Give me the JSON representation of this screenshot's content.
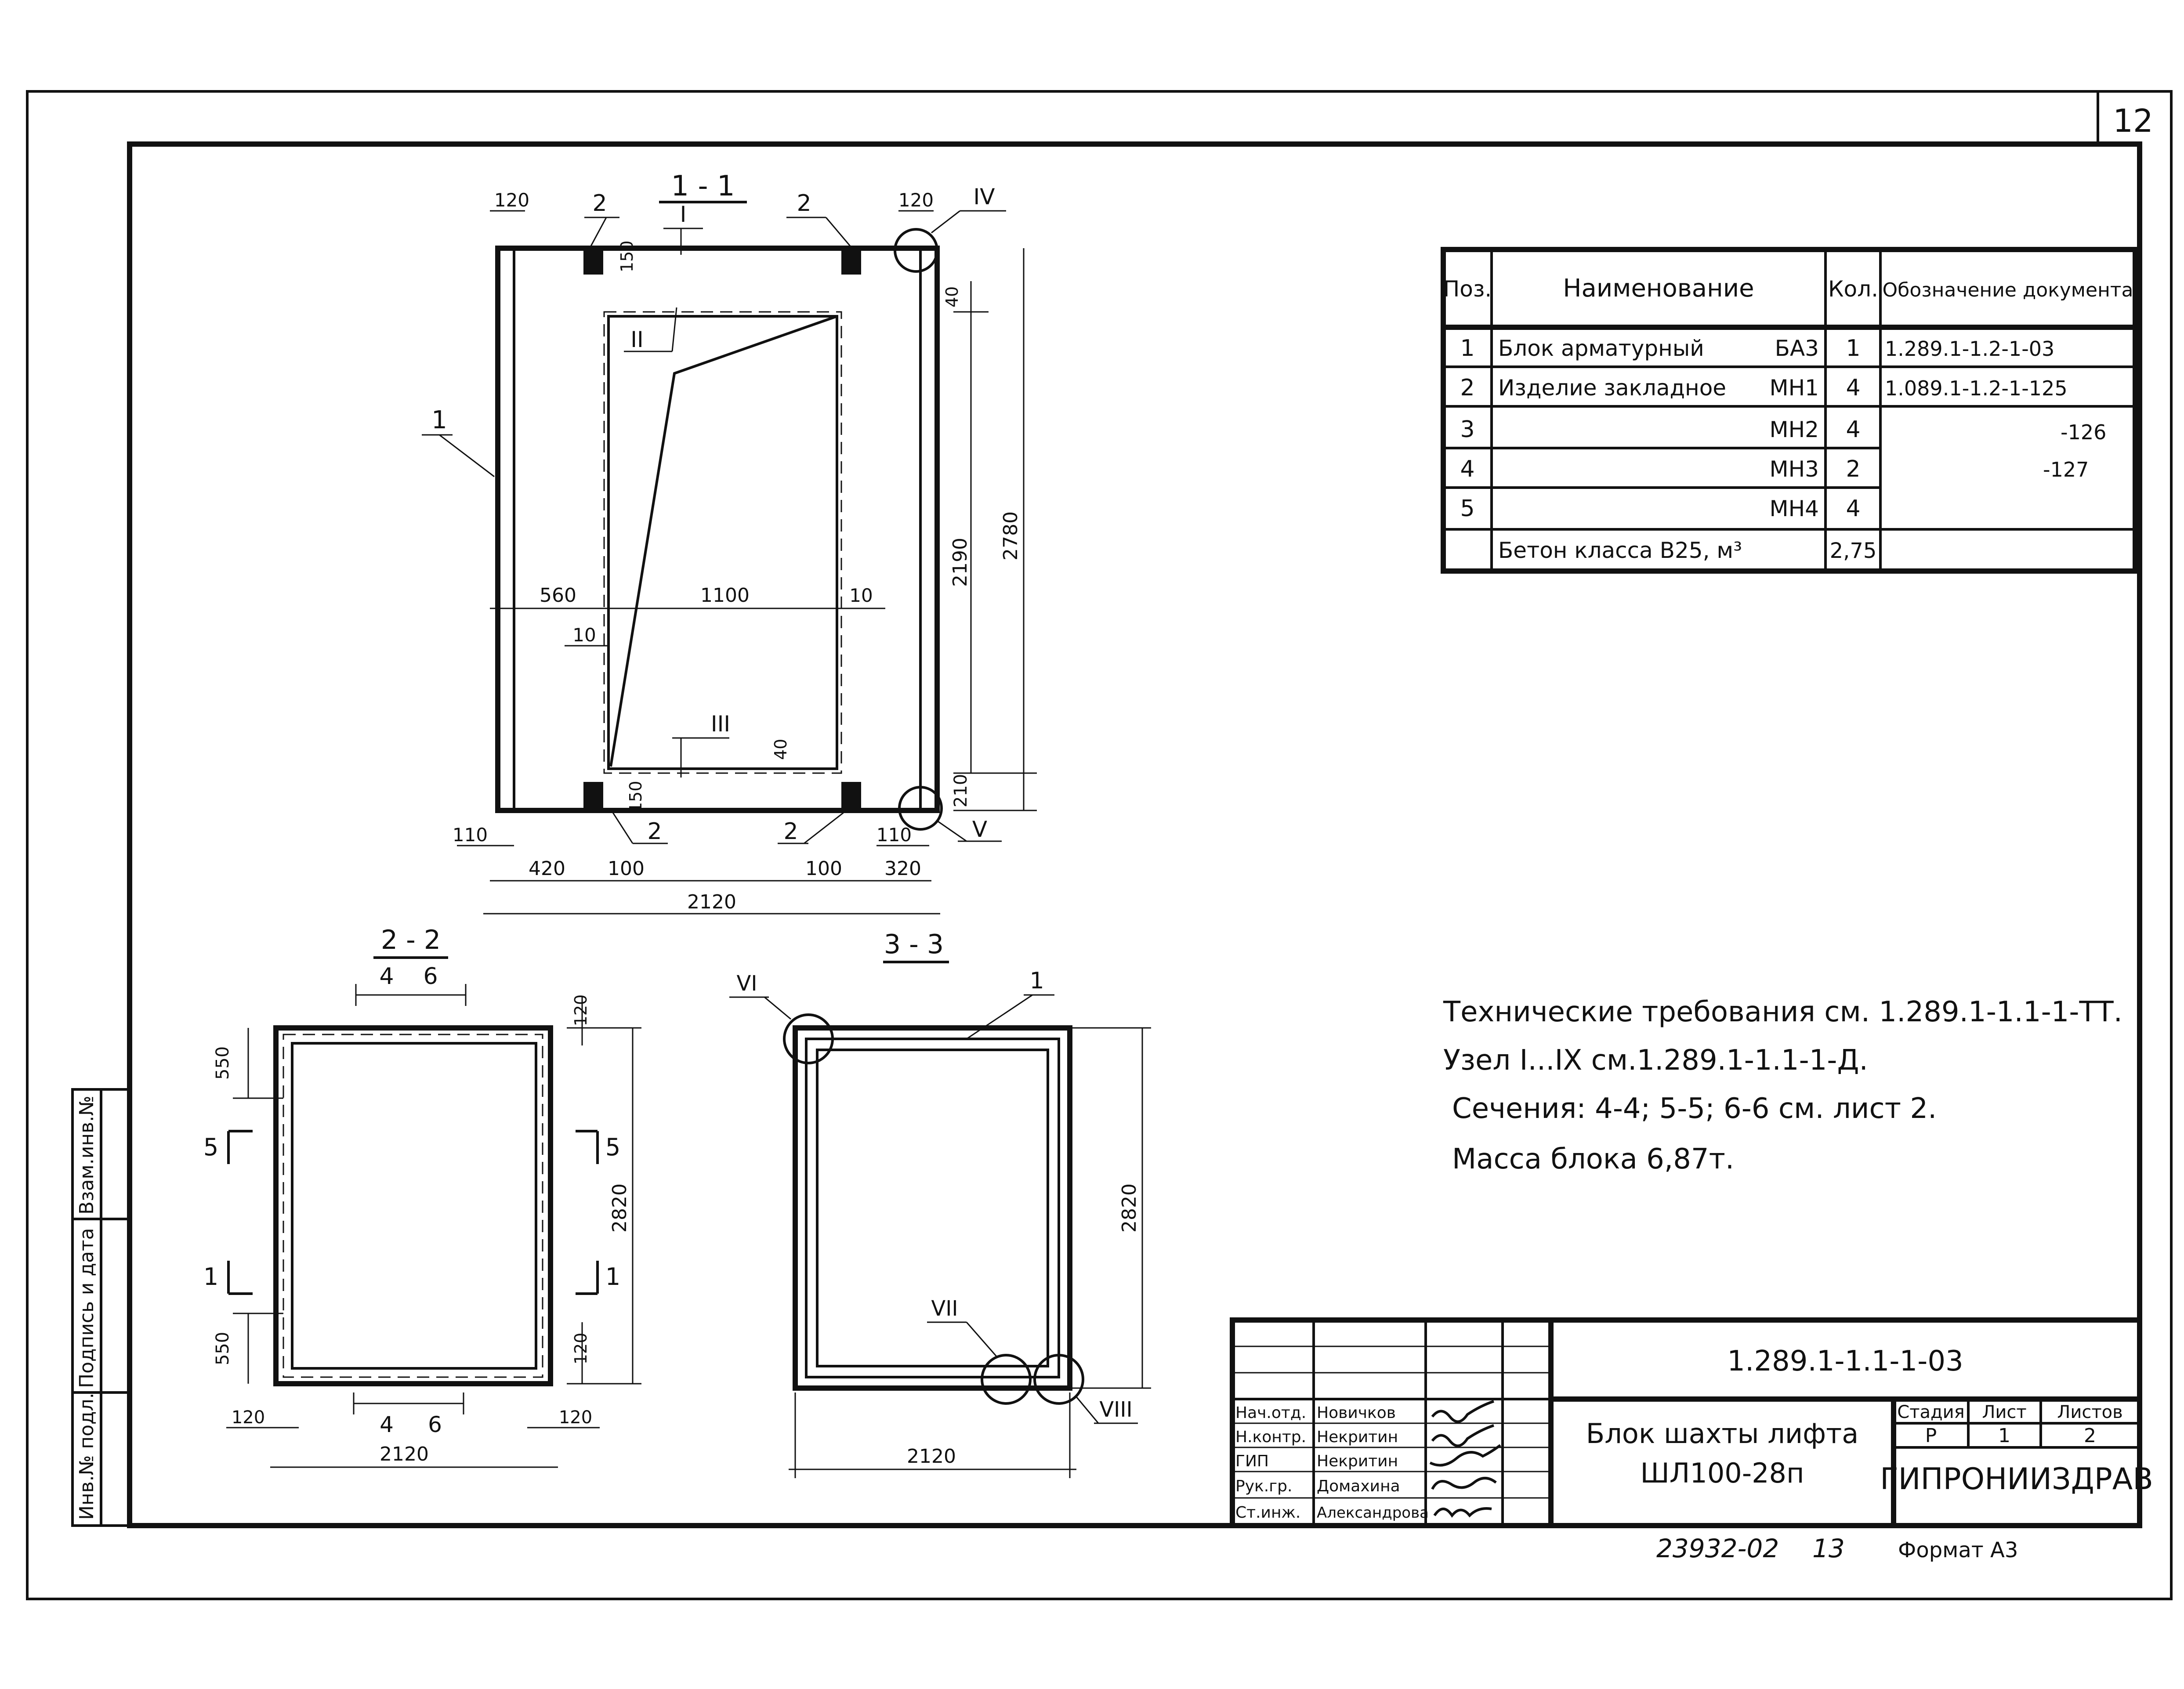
{
  "sheet_number": "12",
  "sections": {
    "s11": "1 - 1",
    "s22": "2 - 2",
    "s22_sub_left": "4",
    "s22_sub_right": "6",
    "s33": "3 - 3"
  },
  "view_top": {
    "callout_1": "1",
    "callout_2a": "2",
    "callout_2b": "2",
    "callout_2c": "2",
    "callout_2d": "2",
    "node_I": "I",
    "node_II": "II",
    "node_III": "III",
    "node_IV": "IV",
    "node_V": "V",
    "dim_120_left": "120",
    "dim_120_right": "120",
    "dim_150_top": "150",
    "dim_150_bottom": "150",
    "dim_40_top": "40",
    "dim_40_bottom": "40",
    "dim_10_right": "10",
    "dim_10_left": "10",
    "dim_560": "560",
    "dim_1100": "1100",
    "dim_2190": "2190",
    "dim_2780": "2780",
    "dim_210": "210",
    "dim_110_left": "110",
    "dim_110_right": "110",
    "dim_420": "420",
    "dim_100_left": "100",
    "dim_100_right": "100",
    "dim_320": "320",
    "dim_2120": "2120"
  },
  "view_22": {
    "dim_550_top": "550",
    "dim_550_bottom": "550",
    "dim_120_top": "120",
    "dim_120_bottom": "120",
    "dim_2820": "2820",
    "dim_120_left": "120",
    "dim_120_right": "120",
    "dim_2120": "2120",
    "sec5_left": "5",
    "sec5_right": "5",
    "sec1_left": "1",
    "sec1_right": "1",
    "bottom_sub_left": "4",
    "bottom_sub_right": "6"
  },
  "view_33": {
    "node_VI": "VI",
    "node_VII": "VII",
    "node_VIII": "VIII",
    "callout_1": "1",
    "dim_2820": "2820",
    "dim_2120": "2120"
  },
  "spec_table": {
    "headers": [
      "Поз.",
      "Наименование",
      "Кол.",
      "Обозначение документа"
    ],
    "rows": [
      [
        "1",
        "Блок арматурный",
        "БА3",
        "1",
        "1.289.1-1.2-1-03"
      ],
      [
        "2",
        "Изделие закладное",
        "МН1",
        "4",
        "1.089.1-1.2-1-125"
      ],
      [
        "3",
        "",
        "МН2",
        "4",
        "-126"
      ],
      [
        "4",
        "",
        "МН3",
        "2",
        "-127"
      ],
      [
        "5",
        "",
        "МН4",
        "4",
        ""
      ],
      [
        "",
        "Бетон класса В25, м³",
        "",
        "2,75",
        ""
      ]
    ]
  },
  "notes": [
    "Технические требования см. 1.289.1-1.1-1-ТТ.",
    "Узел I...IX см.1.289.1-1.1-1-Д.",
    "Сечения: 4-4; 5-5; 6-6 см. лист 2.",
    "Масса блока 6,87т."
  ],
  "title_block": {
    "doc_code": "1.289.1-1.1-1-03",
    "title_line1": "Блок шахты лифта",
    "title_line2": "ШЛ100-28п",
    "stage_label": "Стадия",
    "sheet_label": "Лист",
    "sheets_label": "Листов",
    "stage_value": "Р",
    "sheet_value": "1",
    "sheets_value": "2",
    "org": "ГИПРОНИИЗДРАВ",
    "roles": [
      {
        "role": "Нач.отд.",
        "name": "Новичков"
      },
      {
        "role": "Н.контр.",
        "name": "Некритин"
      },
      {
        "role": "ГИП",
        "name": "Некритин"
      },
      {
        "role": "Рук.гр.",
        "name": "Домахина"
      },
      {
        "role": "Ст.инж.",
        "name": "Александрова"
      }
    ]
  },
  "footer": {
    "archive_number": "23932-02",
    "archive_page": "13",
    "format": "Формат А3"
  },
  "side_stamp": {
    "inv_orig": "Инв.№ подл.",
    "sign_date": "Подпись и дата",
    "inv_replace": "Взам.инв.№"
  }
}
